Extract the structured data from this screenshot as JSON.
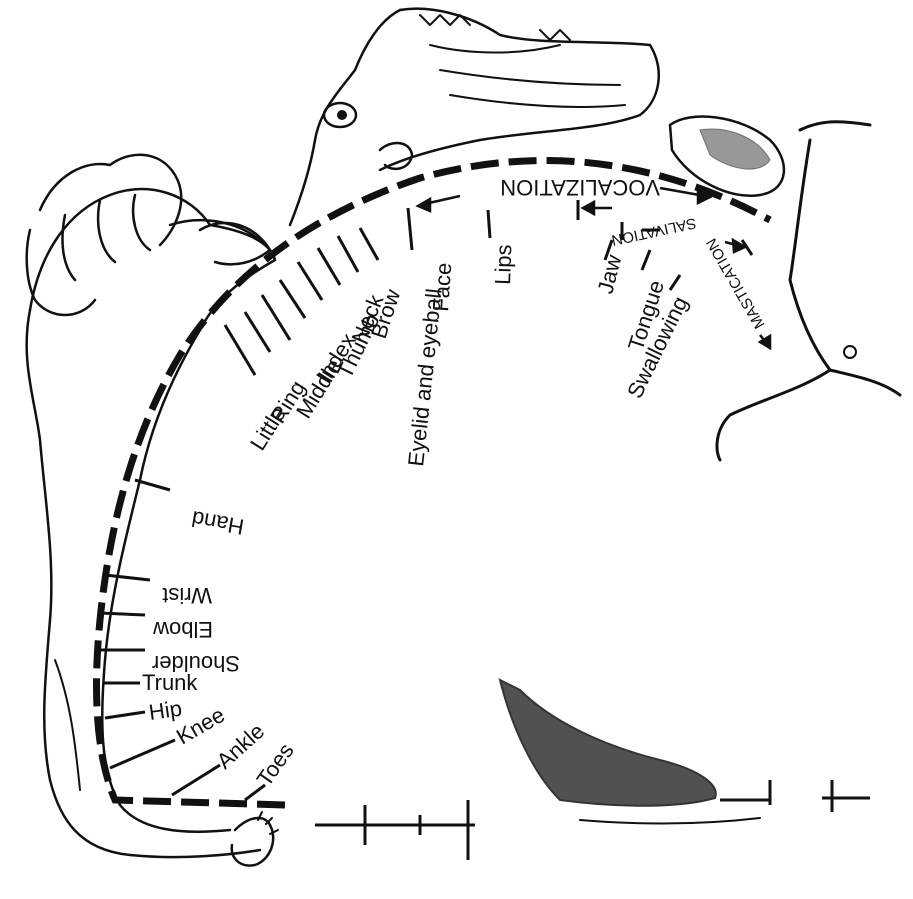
{
  "labels": {
    "little": "Little",
    "ring": "Ring",
    "middle": "Middle",
    "index": "Index",
    "thumb": "Thumb",
    "neck": "Neck",
    "brow": "Brow",
    "eyelid": "Eyelid and eyeball",
    "face": "Face",
    "lips": "Lips",
    "hand": "Hand",
    "wrist": "Wrist",
    "elbow": "Elbow",
    "shoulder": "Shoulder",
    "trunk": "Trunk",
    "hip": "Hip",
    "knee": "Knee",
    "ankle": "Ankle",
    "toes": "Toes",
    "jaw": "Jaw",
    "tongue": "Tongue",
    "swallowing": "Swallowing",
    "vocalization": "VOCALIZATION",
    "salivation": "SALIVATION",
    "mastication": "MASTICATION"
  }
}
